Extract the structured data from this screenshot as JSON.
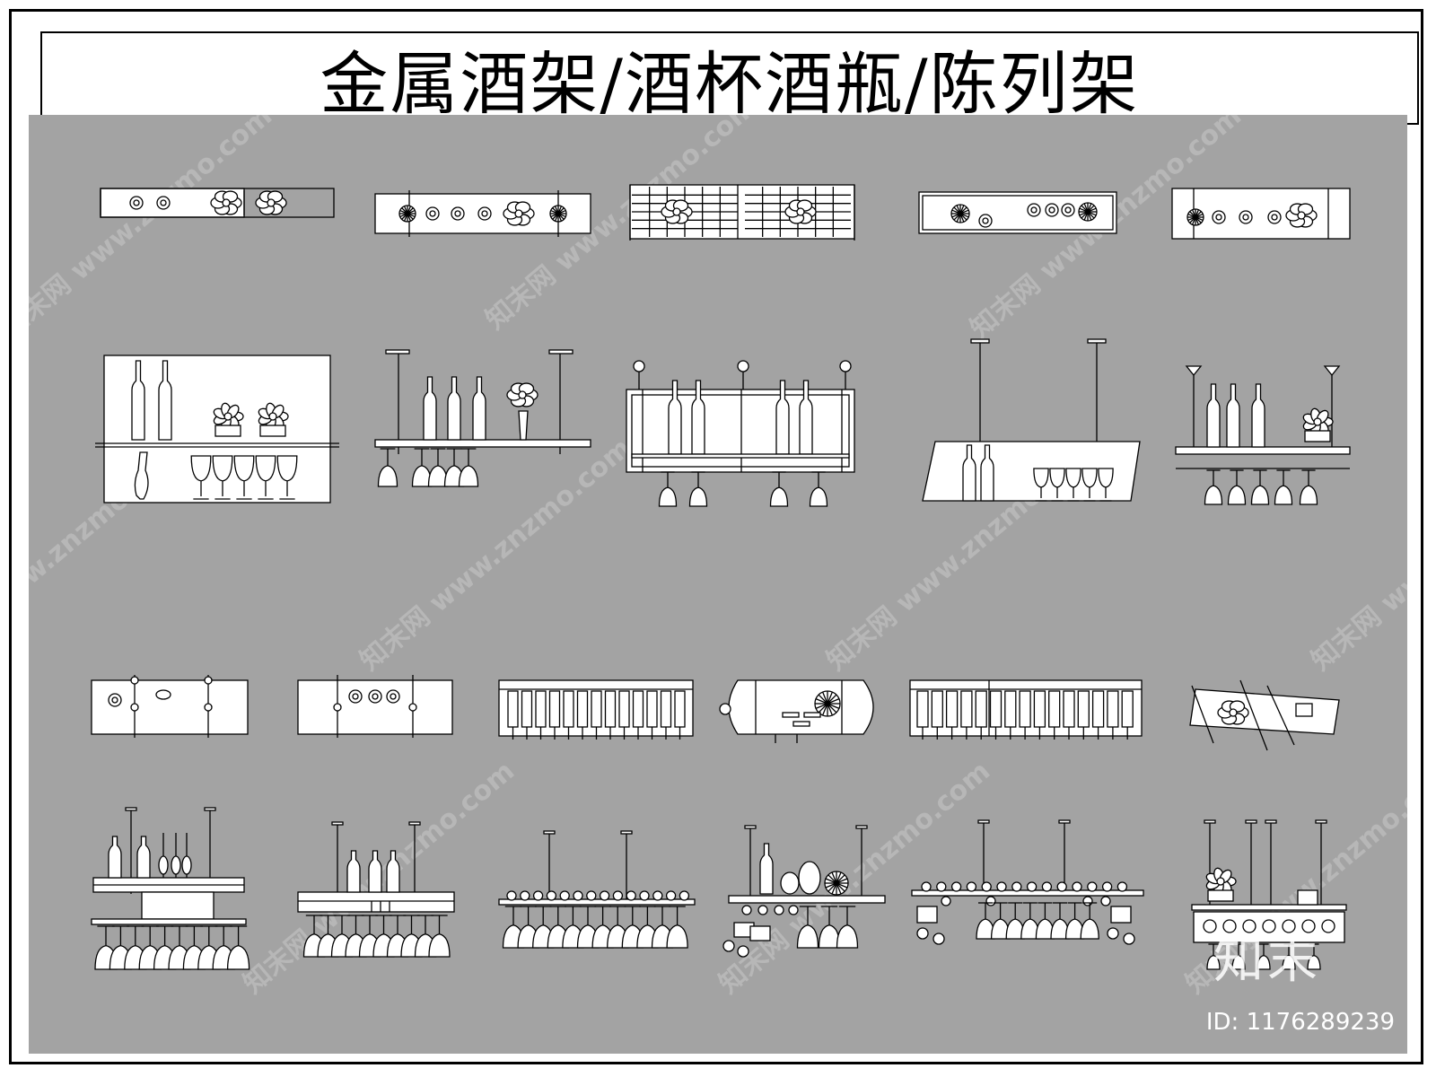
{
  "title": "金属酒架/酒杯酒瓶/陈列架",
  "watermark": {
    "site": "www.znzmo.com",
    "brand": "知末网",
    "logo": "知末"
  },
  "image_id": "ID: 1176289239",
  "colors": {
    "canvas": "#a3a3a3",
    "line": "#000000",
    "fill": "#ffffff"
  }
}
